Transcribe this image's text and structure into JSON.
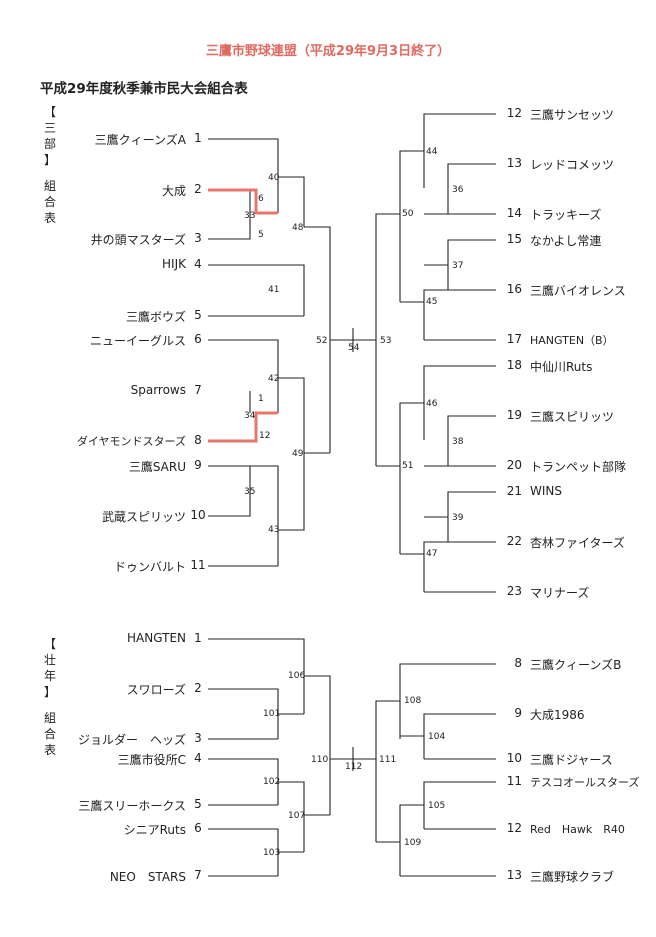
{
  "header": {
    "title": "三鷹市野球連盟（平成29年9月3日終了）",
    "subtitle": "平成29年度秋季兼市民大会組合表"
  },
  "division1": {
    "label": "【三部】組合表",
    "left_teams": [
      {
        "no": "1",
        "name": "三鷹クィーンズA"
      },
      {
        "no": "2",
        "name": "大成"
      },
      {
        "no": "3",
        "name": "井の頭マスターズ"
      },
      {
        "no": "4",
        "name": "HIJK"
      },
      {
        "no": "5",
        "name": "三鷹ボウズ"
      },
      {
        "no": "6",
        "name": "ニューイーグルス"
      },
      {
        "no": "7",
        "name": "Sparrows"
      },
      {
        "no": "8",
        "name": "ダイヤモンドスターズ"
      },
      {
        "no": "9",
        "name": "三鷹SARU"
      },
      {
        "no": "10",
        "name": "武蔵スピリッツ"
      },
      {
        "no": "11",
        "name": "ドゥンバルト"
      }
    ],
    "right_teams": [
      {
        "no": "12",
        "name": "三鷹サンセッツ"
      },
      {
        "no": "13",
        "name": "レッドコメッツ"
      },
      {
        "no": "14",
        "name": "トラッキーズ"
      },
      {
        "no": "15",
        "name": "なかよし常連"
      },
      {
        "no": "16",
        "name": "三鷹バイオレンス"
      },
      {
        "no": "17",
        "name": "HANGTEN（B）"
      },
      {
        "no": "18",
        "name": "中仙川Ruts"
      },
      {
        "no": "19",
        "name": "三鷹スピリッツ"
      },
      {
        "no": "20",
        "name": "トランペット部隊"
      },
      {
        "no": "21",
        "name": "WINS"
      },
      {
        "no": "22",
        "name": "杏林ファイターズ"
      },
      {
        "no": "23",
        "name": "マリナーズ"
      }
    ],
    "match_numbers": [
      "33",
      "34",
      "35",
      "36",
      "37",
      "38",
      "39",
      "40",
      "41",
      "42",
      "43",
      "44",
      "45",
      "46",
      "47",
      "48",
      "49",
      "50",
      "51",
      "52",
      "53",
      "54"
    ],
    "scores": {
      "m33_top": "6",
      "m33_bottom": "5",
      "m34_top": "1",
      "m34_bottom": "12"
    },
    "winner_color": "#e8766b"
  },
  "division2": {
    "label": "【壮年】組合表",
    "left_teams": [
      {
        "no": "1",
        "name": "HANGTEN"
      },
      {
        "no": "2",
        "name": "スワローズ"
      },
      {
        "no": "3",
        "name": "ジョルダー　ヘッズ"
      },
      {
        "no": "4",
        "name": "三鷹市役所C"
      },
      {
        "no": "5",
        "name": "三鷹スリーホークス"
      },
      {
        "no": "6",
        "name": "シニアRuts"
      },
      {
        "no": "7",
        "name": "NEO　STARS"
      }
    ],
    "right_teams": [
      {
        "no": "8",
        "name": "三鷹クィーンズB"
      },
      {
        "no": "9",
        "name": "大成1986"
      },
      {
        "no": "10",
        "name": "三鷹ドジャース"
      },
      {
        "no": "11",
        "name": "テスコオールスターズ"
      },
      {
        "no": "12",
        "name": "Red　Hawk　R40"
      },
      {
        "no": "13",
        "name": "三鷹野球クラブ"
      }
    ],
    "match_numbers": [
      "101",
      "102",
      "103",
      "104",
      "105",
      "106",
      "107",
      "108",
      "109",
      "110",
      "111",
      "112"
    ]
  }
}
